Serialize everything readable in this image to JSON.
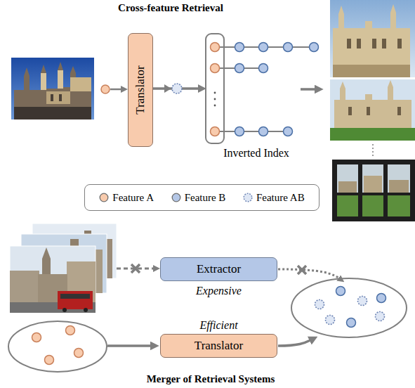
{
  "diagram": {
    "title": "Cross-feature Retrieval",
    "caption": "Merger of Retrieval Systems",
    "nodes": [
      {
        "text": [
          "Translator"
        ]
      },
      {
        "text": [
          "Inverted Index"
        ]
      },
      {
        "text": [
          "Extractor",
          "Expensive"
        ]
      },
      {
        "text": [
          "Efficient",
          "Translator"
        ]
      }
    ],
    "edges": [
      {
        "from": 0,
        "to": 1,
        "arrow": "to"
      }
    ],
    "legend": [
      {
        "text": "Feature A",
        "color": "#f8cbad"
      },
      {
        "text": "Feature B",
        "color": "#b4c7e7"
      },
      {
        "text": "Feature AB"
      }
    ]
  }
}
